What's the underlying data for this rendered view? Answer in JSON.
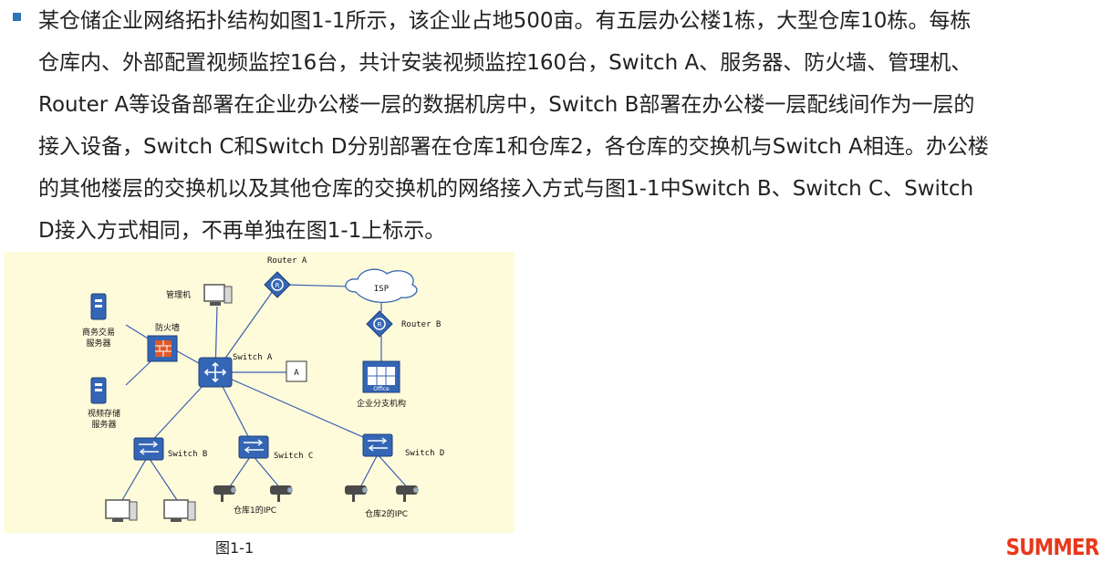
{
  "colors": {
    "bullet": "#2e75b6",
    "diagram_background": "#fefbda",
    "device_blue": "#3466b5",
    "link": "#3a5fb0",
    "logo": "#e8381b"
  },
  "paragraph": {
    "lines": [
      "某仓储企业网络拓扑结构如图1-1所示，该企业占地500亩。有五层办公楼1栋，大型仓库10栋。每栋",
      "仓库内、外部配置视频监控16台，共计安装视频监控160台，Switch A、服务器、防火墙、管理机、",
      "Router A等设备部署在企业办公楼一层的数据机房中，Switch B部署在办公楼一层配线间作为一层的",
      "接入设备，Switch C和Switch D分别部署在仓库1和仓库2，各仓库的交换机与Switch A相连。办公楼",
      "的其他楼层的交换机以及其他仓库的交换机的网络接入方式与图1-1中Switch B、Switch C、Switch",
      "D接入方式相同，不再单独在图1-1上标示。"
    ]
  },
  "diagram": {
    "labels": {
      "router_a": "Router A",
      "router_b": "Router B",
      "isp": "ISP",
      "management": "管理机",
      "firewall": "防火墙",
      "switch_a": "Switch A",
      "switch_b": "Switch B",
      "switch_c": "Switch C",
      "switch_d": "Switch D",
      "box_a": "A",
      "trade_server_line1": "商务交易",
      "trade_server_line2": "服务器",
      "video_server_line1": "视频存储",
      "video_server_line2": "服务器",
      "branch": "企业分支机构",
      "office_text": "Office",
      "warehouse1_ipc": "仓库1的IPC",
      "warehouse2_ipc": "仓库2的IPC"
    }
  },
  "caption": "图1-1",
  "logo": "SUMMER"
}
